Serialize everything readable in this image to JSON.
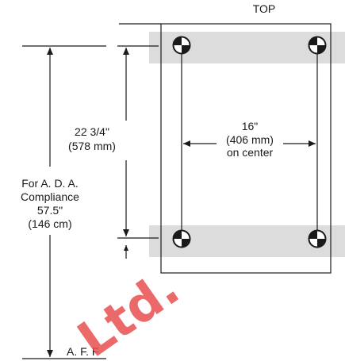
{
  "diagram": {
    "top_label": "TOP",
    "vertical_spacing": {
      "line1": "22 3/4\"",
      "line2": "(578 mm)"
    },
    "horizontal_spacing": {
      "line1": "16\"",
      "line2": "(406 mm)",
      "line3": "on center"
    },
    "ada": {
      "line1": "For A. D. A.",
      "line2": "Compliance",
      "line3": "57.5\"",
      "line4": "(146 cm)"
    },
    "floor_label": "A. F. F",
    "watermark": "Ltd.",
    "colors": {
      "line": "#1a1a1a",
      "band": "#dcdcdc",
      "watermark": "#e9504f"
    }
  }
}
